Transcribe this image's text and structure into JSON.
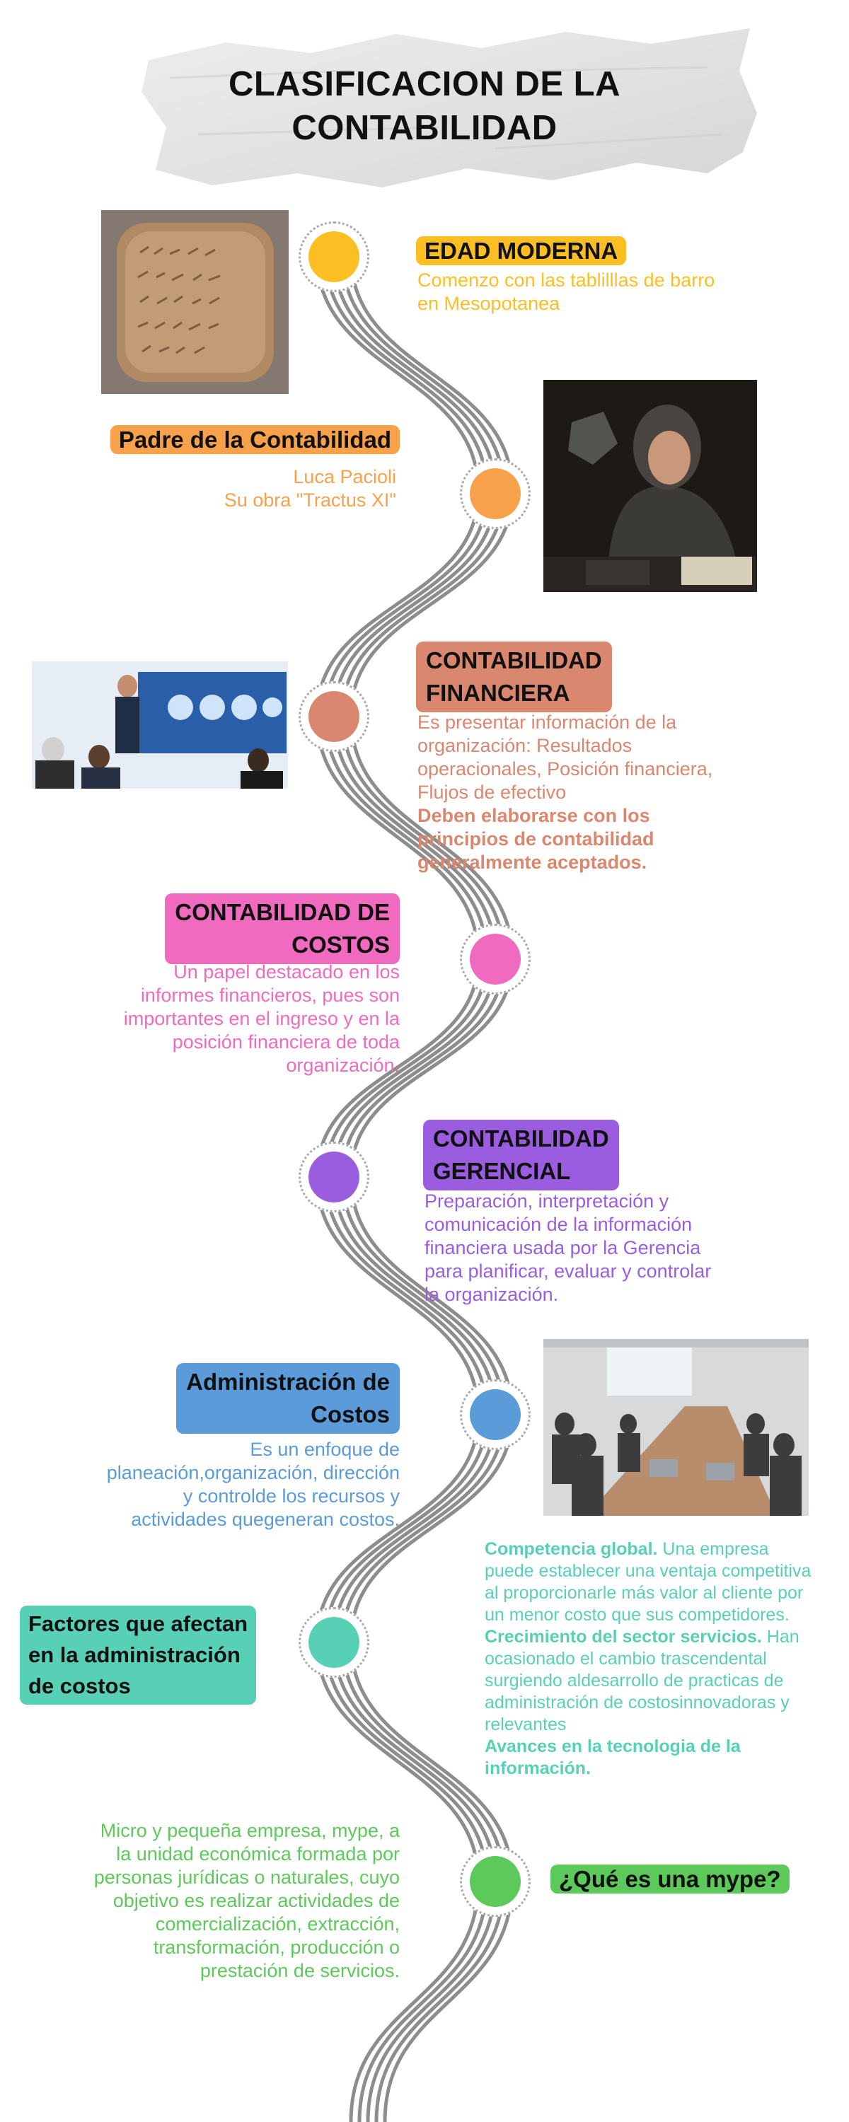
{
  "title": {
    "line1": "CLASIFICACION DE LA",
    "line2": "CONTABILIDAD"
  },
  "colors": {
    "yellow": "#fbbf24",
    "orange": "#f7a24a",
    "terracotta": "#d9876f",
    "pink": "#f06bbf",
    "purple": "#9a5de0",
    "blue": "#5b9bd9",
    "teal": "#58d0b6",
    "green": "#5cc95a",
    "road": "#8d8d8d"
  },
  "sections": {
    "edad": {
      "heading": "EDAD MODERNA",
      "text1": "Comenzo con las tablilllas de barro",
      "text2": "en Mesopotanea"
    },
    "padre": {
      "heading": "Padre de la Contabilidad",
      "text1": "Luca Pacioli",
      "text2": "Su obra \"Tractus XI\""
    },
    "financiera": {
      "heading1": "CONTABILIDAD",
      "heading2": "FINANCIERA",
      "lines": [
        "Es presentar información de la",
        "organización: Resultados",
        "operacionales, Posición financiera,",
        "Flujos de efectivo"
      ],
      "bold_lines": [
        "Deben elaborarse con los",
        "principios de contabilidad",
        "generalmente aceptados."
      ]
    },
    "costos": {
      "heading1": "CONTABILIDAD DE",
      "heading2": "COSTOS",
      "lines": [
        "Un papel destacado en los",
        "informes financieros, pues son",
        "importantes en el ingreso y en la",
        "posición financiera de toda",
        "organización."
      ]
    },
    "gerencial": {
      "heading1": "CONTABILIDAD",
      "heading2": "GERENCIAL",
      "lines": [
        "Preparación, interpretación y",
        "comunicación de la información",
        "financiera usada por la Gerencia",
        "para planificar, evaluar y controlar",
        "la organización."
      ]
    },
    "admin": {
      "heading1": "Administración de",
      "heading2": "Costos",
      "lines": [
        "Es un enfoque de",
        "planeación,organización, dirección",
        "y controlde los recursos y",
        "actividades quegeneran costos."
      ]
    },
    "factores": {
      "heading1": "Factores que afectan",
      "heading2": "en la administración",
      "heading3": "de costos",
      "p1_bold": "Competencia global.",
      "p1_rest": " Una empresa puede establecer una ventaja competitiva al proporcionarle más valor al cliente por un menor costo que sus competidores.",
      "p2_bold": "Crecimiento del sector servicios.",
      "p2_rest": " Han ocasionado el cambio trascendental surgiendo aldesarrollo de practicas de administración de costosinnovadoras y relevantes",
      "p3_bold": "Avances en la tecnologia de la información."
    },
    "mype": {
      "heading": "¿Qué es una mype?",
      "lines": [
        "Micro y pequeña empresa, mype, a",
        "la unidad económica formada por",
        "personas jurídicas o naturales, cuyo",
        "objetivo es realizar actividades de",
        "comercialización, extracción,",
        "transformación, producción o",
        "prestación de servicios."
      ]
    }
  }
}
